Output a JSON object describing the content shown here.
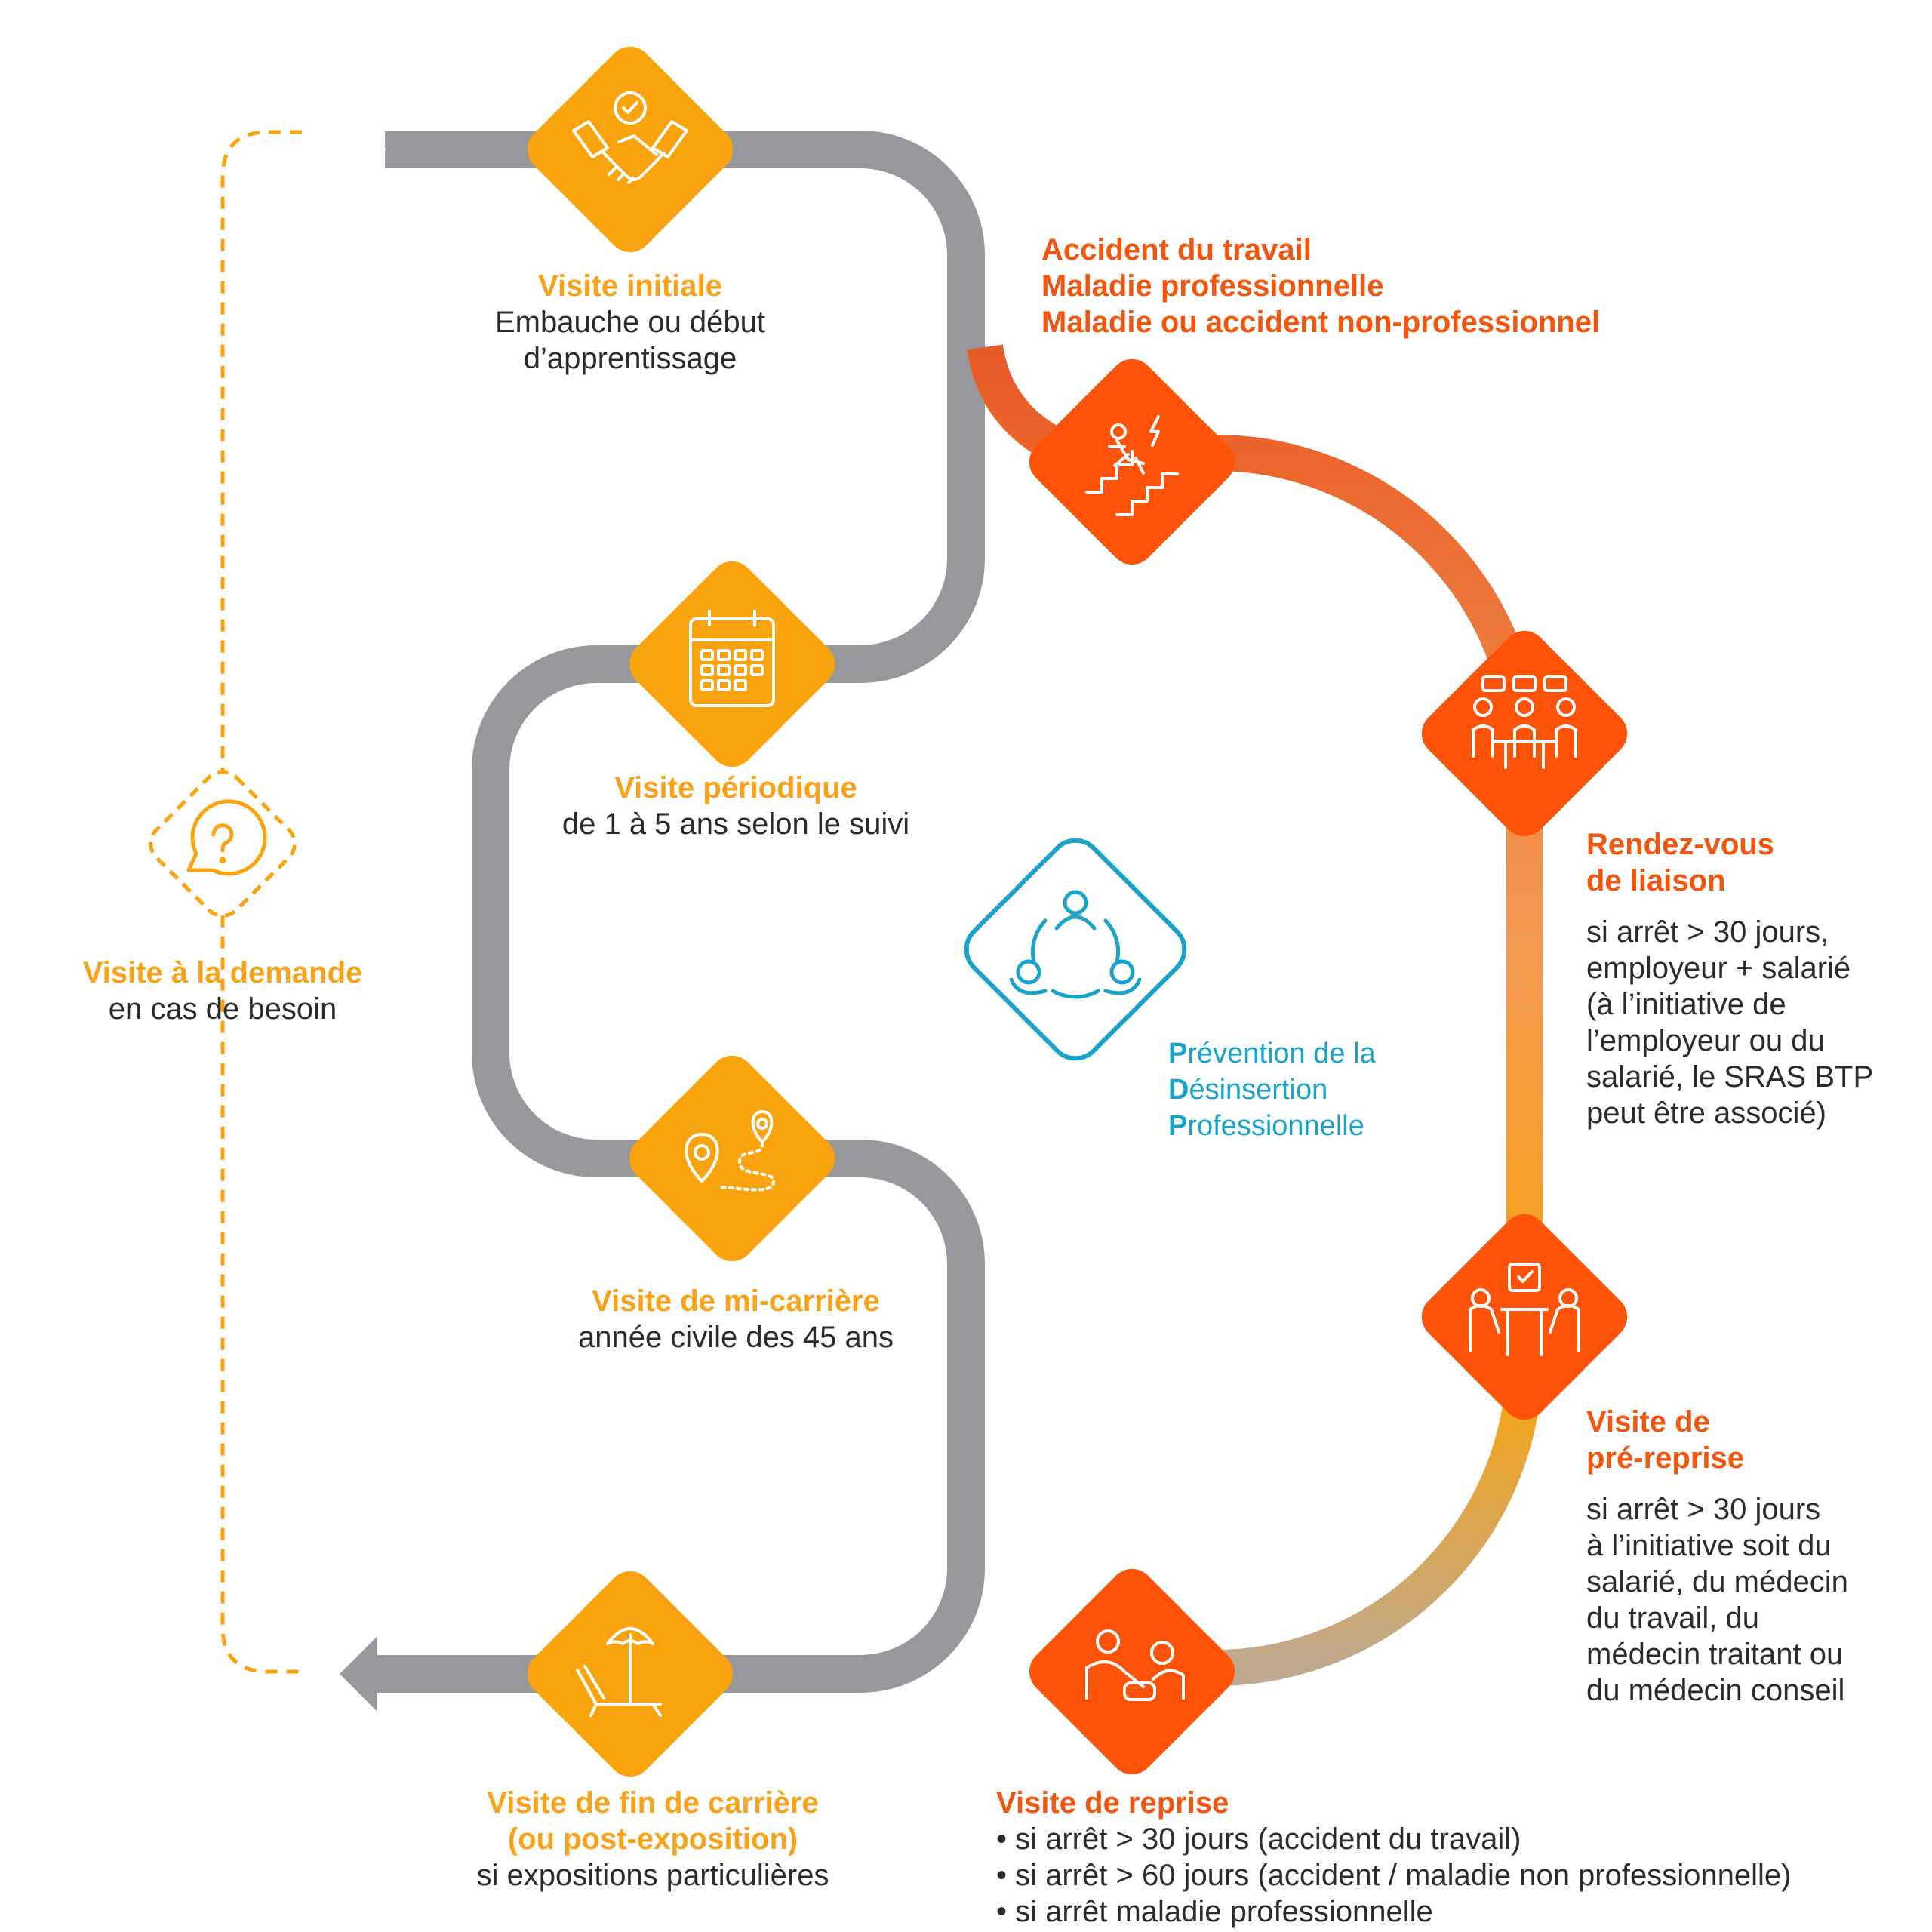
{
  "colors": {
    "track": "#97989c",
    "yellow": "#f9a40f",
    "red": "#fd5308",
    "teal": "#1aa3c9",
    "text": "#2b2b2b"
  },
  "steps": {
    "initiale": {
      "title": "Visite initiale",
      "lines": [
        "Embauche ou début",
        "d’apprentissage"
      ],
      "icon": "handshake-icon"
    },
    "periodique": {
      "title": "Visite périodique",
      "lines": [
        "de 1 à 5 ans selon le suivi"
      ],
      "icon": "calendar-icon"
    },
    "micarriere": {
      "title": "Visite de mi-carrière",
      "lines": [
        "année civile des 45 ans"
      ],
      "icon": "route-pins-icon"
    },
    "fincarriere": {
      "title_lines": [
        "Visite de fin de carrière",
        "(ou post-exposition)"
      ],
      "lines": [
        "si expositions particulières"
      ],
      "icon": "beach-chair-icon"
    },
    "demande": {
      "title": "Visite à la demande",
      "lines": [
        "en cas de besoin"
      ],
      "icon": "question-bubble-icon"
    }
  },
  "pdp_branch": {
    "header_lines": [
      "Accident du travail",
      "Maladie professionnelle",
      "Maladie ou accident non-professionnel"
    ],
    "accident_icon": "falling-stairs-icon",
    "liaison": {
      "title_lines": [
        "Rendez-vous",
        "de liaison"
      ],
      "lines": [
        "si arrêt > 30 jours,",
        "employeur + salarié",
        "(à l’initiative de",
        "l’employeur ou du",
        "salarié, le SRAS BTP",
        "peut être associé)"
      ],
      "icon": "meeting-icon"
    },
    "prereprise": {
      "title_lines": [
        "Visite de",
        "pré-reprise"
      ],
      "lines": [
        "si arrêt > 30 jours",
        "à l’initiative soit du",
        "salarié, du médecin",
        "du travail, du",
        "médecin traitant ou",
        "du médecin conseil"
      ],
      "icon": "consultation-icon"
    },
    "reprise": {
      "title": "Visite de reprise",
      "lines": [
        "• si arrêt > 30 jours (accident du travail)",
        "• si arrêt > 60 jours (accident / maladie non professionnelle)",
        "• si arrêt maladie professionnelle"
      ],
      "icon": "care-icon"
    }
  },
  "center": {
    "icon": "team-circle-icon",
    "lines": [
      {
        "initial": "P",
        "rest": "révention de la"
      },
      {
        "initial": "D",
        "rest": "ésinsertion"
      },
      {
        "initial": "P",
        "rest": "rofessionnelle"
      }
    ]
  }
}
